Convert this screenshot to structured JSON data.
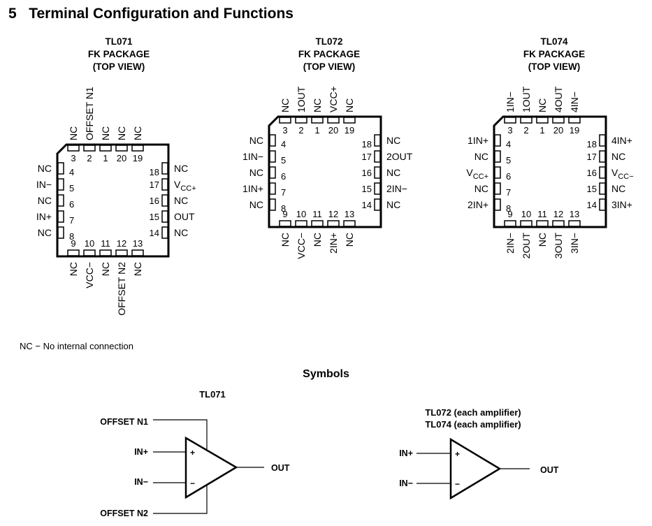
{
  "section": {
    "number": "5",
    "title": "Terminal Configuration and Functions"
  },
  "packages": [
    {
      "name": "TL071",
      "package": "FK PACKAGE",
      "view": "(TOP VIEW)",
      "top_pins": [
        {
          "num": "3",
          "label": "NC"
        },
        {
          "num": "2",
          "label": "OFFSET N1"
        },
        {
          "num": "1",
          "label": "NC"
        },
        {
          "num": "20",
          "label": "NC"
        },
        {
          "num": "19",
          "label": "NC"
        }
      ],
      "left_pins": [
        {
          "num": "4",
          "label": "NC"
        },
        {
          "num": "5",
          "label": "IN−"
        },
        {
          "num": "6",
          "label": "NC"
        },
        {
          "num": "7",
          "label": "IN+"
        },
        {
          "num": "8",
          "label": "NC"
        }
      ],
      "right_pins": [
        {
          "num": "18",
          "label": "NC"
        },
        {
          "num": "17",
          "label": "V",
          "sub": "CC+"
        },
        {
          "num": "16",
          "label": "NC"
        },
        {
          "num": "15",
          "label": "OUT"
        },
        {
          "num": "14",
          "label": "NC"
        }
      ],
      "bottom_pins": [
        {
          "num": "9",
          "label": "NC"
        },
        {
          "num": "10",
          "label": "VCC−"
        },
        {
          "num": "11",
          "label": "NC"
        },
        {
          "num": "12",
          "label": "OFFSET N2"
        },
        {
          "num": "13",
          "label": "NC"
        }
      ]
    },
    {
      "name": "TL072",
      "package": "FK PACKAGE",
      "view": "(TOP VIEW)",
      "top_pins": [
        {
          "num": "3",
          "label": "NC"
        },
        {
          "num": "2",
          "label": "1OUT"
        },
        {
          "num": "1",
          "label": "NC"
        },
        {
          "num": "20",
          "label": "VCC+"
        },
        {
          "num": "19",
          "label": "NC"
        }
      ],
      "left_pins": [
        {
          "num": "4",
          "label": "NC"
        },
        {
          "num": "5",
          "label": "1IN−"
        },
        {
          "num": "6",
          "label": "NC"
        },
        {
          "num": "7",
          "label": "1IN+"
        },
        {
          "num": "8",
          "label": "NC"
        }
      ],
      "right_pins": [
        {
          "num": "18",
          "label": "NC"
        },
        {
          "num": "17",
          "label": "2OUT"
        },
        {
          "num": "16",
          "label": "NC"
        },
        {
          "num": "15",
          "label": "2IN−"
        },
        {
          "num": "14",
          "label": "NC"
        }
      ],
      "bottom_pins": [
        {
          "num": "9",
          "label": "NC"
        },
        {
          "num": "10",
          "label": "VCC−"
        },
        {
          "num": "11",
          "label": "NC"
        },
        {
          "num": "12",
          "label": "2IN+"
        },
        {
          "num": "13",
          "label": "NC"
        }
      ]
    },
    {
      "name": "TL074",
      "package": "FK PACKAGE",
      "view": "(TOP VIEW)",
      "top_pins": [
        {
          "num": "3",
          "label": "1IN−"
        },
        {
          "num": "2",
          "label": "1OUT"
        },
        {
          "num": "1",
          "label": "NC"
        },
        {
          "num": "20",
          "label": "4OUT"
        },
        {
          "num": "19",
          "label": "4IN−"
        }
      ],
      "left_pins": [
        {
          "num": "4",
          "label": "1IN+"
        },
        {
          "num": "5",
          "label": "NC"
        },
        {
          "num": "6",
          "label": "V",
          "sub": "CC+"
        },
        {
          "num": "7",
          "label": "NC"
        },
        {
          "num": "8",
          "label": "2IN+"
        }
      ],
      "right_pins": [
        {
          "num": "18",
          "label": "4IN+"
        },
        {
          "num": "17",
          "label": "NC"
        },
        {
          "num": "16",
          "label": "V",
          "sub": "CC−"
        },
        {
          "num": "15",
          "label": "NC"
        },
        {
          "num": "14",
          "label": "3IN+"
        }
      ],
      "bottom_pins": [
        {
          "num": "9",
          "label": "2IN−"
        },
        {
          "num": "10",
          "label": "2OUT"
        },
        {
          "num": "11",
          "label": "NC"
        },
        {
          "num": "12",
          "label": "3OUT"
        },
        {
          "num": "13",
          "label": "3IN−"
        }
      ]
    }
  ],
  "note": "NC − No internal connection",
  "symbols": {
    "heading": "Symbols",
    "tl071": {
      "title": "TL071",
      "offset_n1": "OFFSET N1",
      "in_plus": "IN+",
      "in_minus": "IN−",
      "offset_n2": "OFFSET N2",
      "out": "OUT",
      "plus_sign": "+",
      "minus_sign": "−"
    },
    "tl072_074": {
      "title_line1": "TL072 (each amplifier)",
      "title_line2": "TL074 (each amplifier)",
      "in_plus": "IN+",
      "in_minus": "IN−",
      "out": "OUT",
      "plus_sign": "+",
      "minus_sign": "−"
    }
  }
}
